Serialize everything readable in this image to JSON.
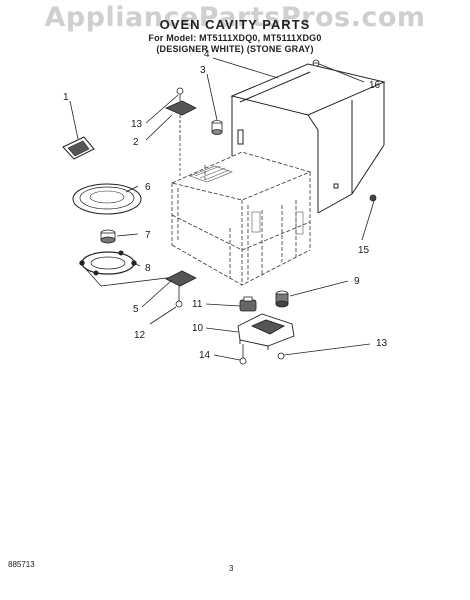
{
  "watermark": "AppliancePartsPros.com",
  "header": {
    "title": "OVEN CAVITY PARTS",
    "model_line": "For Model: MT5111XDQ0, MT5111XDG0",
    "color_line": "(DESIGNER WHITE) (STONE GRAY)"
  },
  "callouts": [
    "1",
    "2",
    "3",
    "4",
    "5",
    "6",
    "7",
    "8",
    "9",
    "10",
    "11",
    "12",
    "13",
    "13",
    "14",
    "15",
    "16"
  ],
  "footer": {
    "doc_number": "885713",
    "page_number": "3"
  }
}
